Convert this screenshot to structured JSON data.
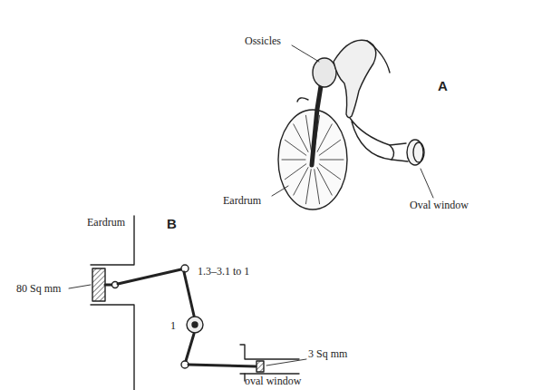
{
  "diagram": {
    "labels": [
      "Ossicles",
      "A",
      "Eardrum",
      "Oval window",
      "Eardrum",
      "B",
      "80 Sq mm",
      "1.3–3.1 to 1",
      "1",
      "3 Sq mm",
      "oval window"
    ]
  }
}
